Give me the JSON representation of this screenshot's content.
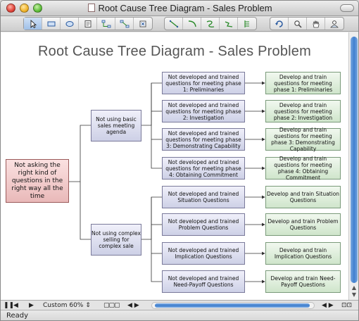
{
  "window": {
    "title": "Root Cause Tree Diagram - Sales Problem"
  },
  "toolbar": {
    "left_tools": [
      "pointer-icon",
      "rectangle-icon",
      "ellipse-icon",
      "text-icon",
      "connector-icon",
      "line-connector-icon",
      "delete-icon"
    ],
    "mid_tools": [
      "line-icon",
      "arc-icon",
      "curve-icon",
      "polyline-icon",
      "tree-icon"
    ],
    "right_tools": [
      "rotate-icon",
      "zoom-icon",
      "hand-icon",
      "user-icon"
    ]
  },
  "diagram": {
    "title": "Root Cause Tree Diagram - Sales Problem",
    "root": "Not asking the right kind of questions in the right way all the time",
    "mid": [
      "Not using basic sales meeting agenda",
      "Not using complex selling for complex sale"
    ],
    "causes": [
      "Not developed and trained questions for meeting phase 1: Preliminaries",
      "Not developed and trained questions for meeting phase 2: Investigation",
      "Not developed and trained questions for meeting phase 3: Demonstrating Capability",
      "Not developed and trained questions for meeting phase 4: Obtaining Commitment",
      "Not developed and trained Situation Questions",
      "Not developed and trained Problem Questions",
      "Not developed and trained Implication Questions",
      "Not developed and trained Need-Payoff Questions"
    ],
    "actions": [
      "Develop and train questions for meeting phase 1: Preliminaries",
      "Develop and train questions for meeting phase 2: Investigation",
      "Develop and train questions for meeting phase 3: Demonstrating Capability",
      "Develop and train questions for meeting phase 4: Obtaining Commitment",
      "Develop and train Situation Questions",
      "Develop and train Problem Questions",
      "Develop and train Implication Questions",
      "Develop and train Need-Payoff Questions"
    ]
  },
  "bottombar": {
    "zoom": "Custom 60%"
  },
  "status": {
    "text": "Ready"
  }
}
